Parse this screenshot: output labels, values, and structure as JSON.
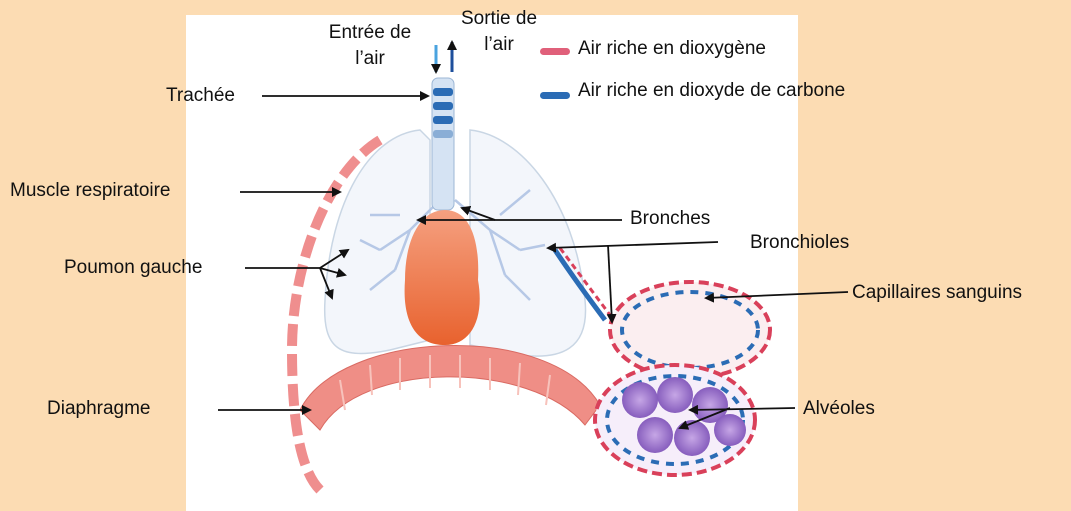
{
  "air_in": "Entrée de l’air",
  "air_out": "Sortie de l’air",
  "legend": {
    "oxygen": {
      "label": "Air riche en dioxygène",
      "color": "#e0607a"
    },
    "co2": {
      "label": "Air riche en dioxyde de carbone",
      "color": "#2b6cb5"
    }
  },
  "labels": {
    "trachea": "Trachée",
    "muscle": "Muscle respiratoire",
    "lung": "Poumon gauche",
    "diaphragm": "Diaphragme",
    "bronchi": "Bronches",
    "bronchioles": "Bronchioles",
    "capillaries": "Capillaires sanguins",
    "alveoli": "Alvéoles"
  }
}
